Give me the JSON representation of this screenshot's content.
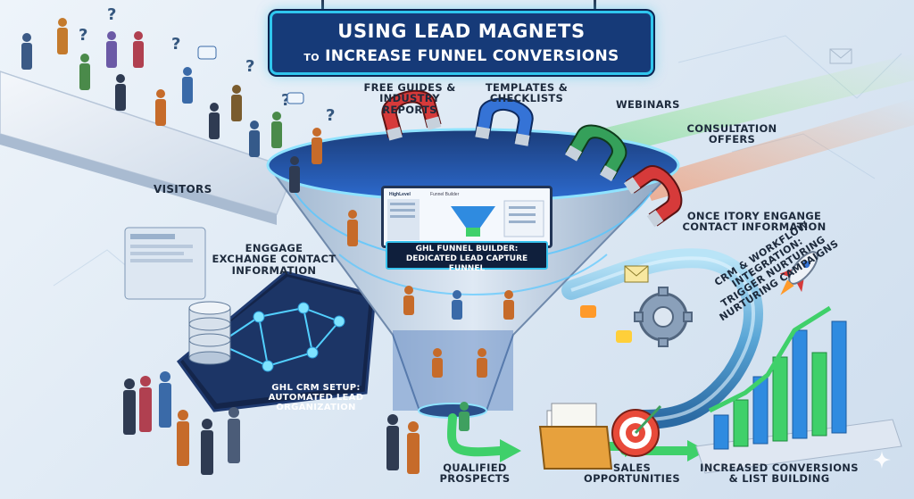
{
  "title": {
    "line1": "USING LEAD MAGNETS",
    "line2_prefix": "TO",
    "line2_main": "INCREASE FUNNEL CONVERSIONS"
  },
  "magnets": [
    {
      "label_l1": "FREE GUIDES &",
      "label_l2": "INDUSTRY REPORTS"
    },
    {
      "label_l1": "TEMPLATES &",
      "label_l2": "CHECKLISTS"
    },
    {
      "label_l1": "WEBINARS",
      "label_l2": ""
    },
    {
      "label_l1": "CONSULTATION",
      "label_l2": "OFFERS"
    }
  ],
  "visitors_label": "VISITORS",
  "once_label": {
    "l1": "ONCE ITORY ENGANGE",
    "l2": "CONTACT INFORMATION"
  },
  "engage_label": {
    "l1": "ENGGAGE",
    "l2": "EXCHANGE CONTACT",
    "l3": "INFORMATION"
  },
  "funnel_builder": {
    "l1": "GHL FUNNEL BUILDER:",
    "l2": "DEDICATED LEAD CAPTURE FUNNEL",
    "screen_logo": "HighLevel",
    "screen_title": "Funnel Builder"
  },
  "crm_setup": {
    "l1": "GHL CRM SETUP:",
    "l2": "AUTOMATED LEAD",
    "l3": "ORGANIZATION"
  },
  "workflow": {
    "l1": "CRM & WORKFLOW INTEGRATION:",
    "l2": "TRIGGER NURTURING",
    "l3": "NURTURING CAMPAIGNS"
  },
  "outcomes": [
    {
      "l1": "QUALIFIED",
      "l2": "PROSPECTS"
    },
    {
      "l1": "SALES",
      "l2": "OPPORTUNITIES"
    },
    {
      "l1": "INCREASED CONVERSIONS",
      "l2": "& LIST BUILDING"
    }
  ],
  "colors": {
    "title_bg": "#163a78",
    "title_border": "#2fc6ee",
    "funnel_blue": "#2a6fd6",
    "flow_green": "#3fd06a",
    "magnet_red": "#d63a3a"
  }
}
